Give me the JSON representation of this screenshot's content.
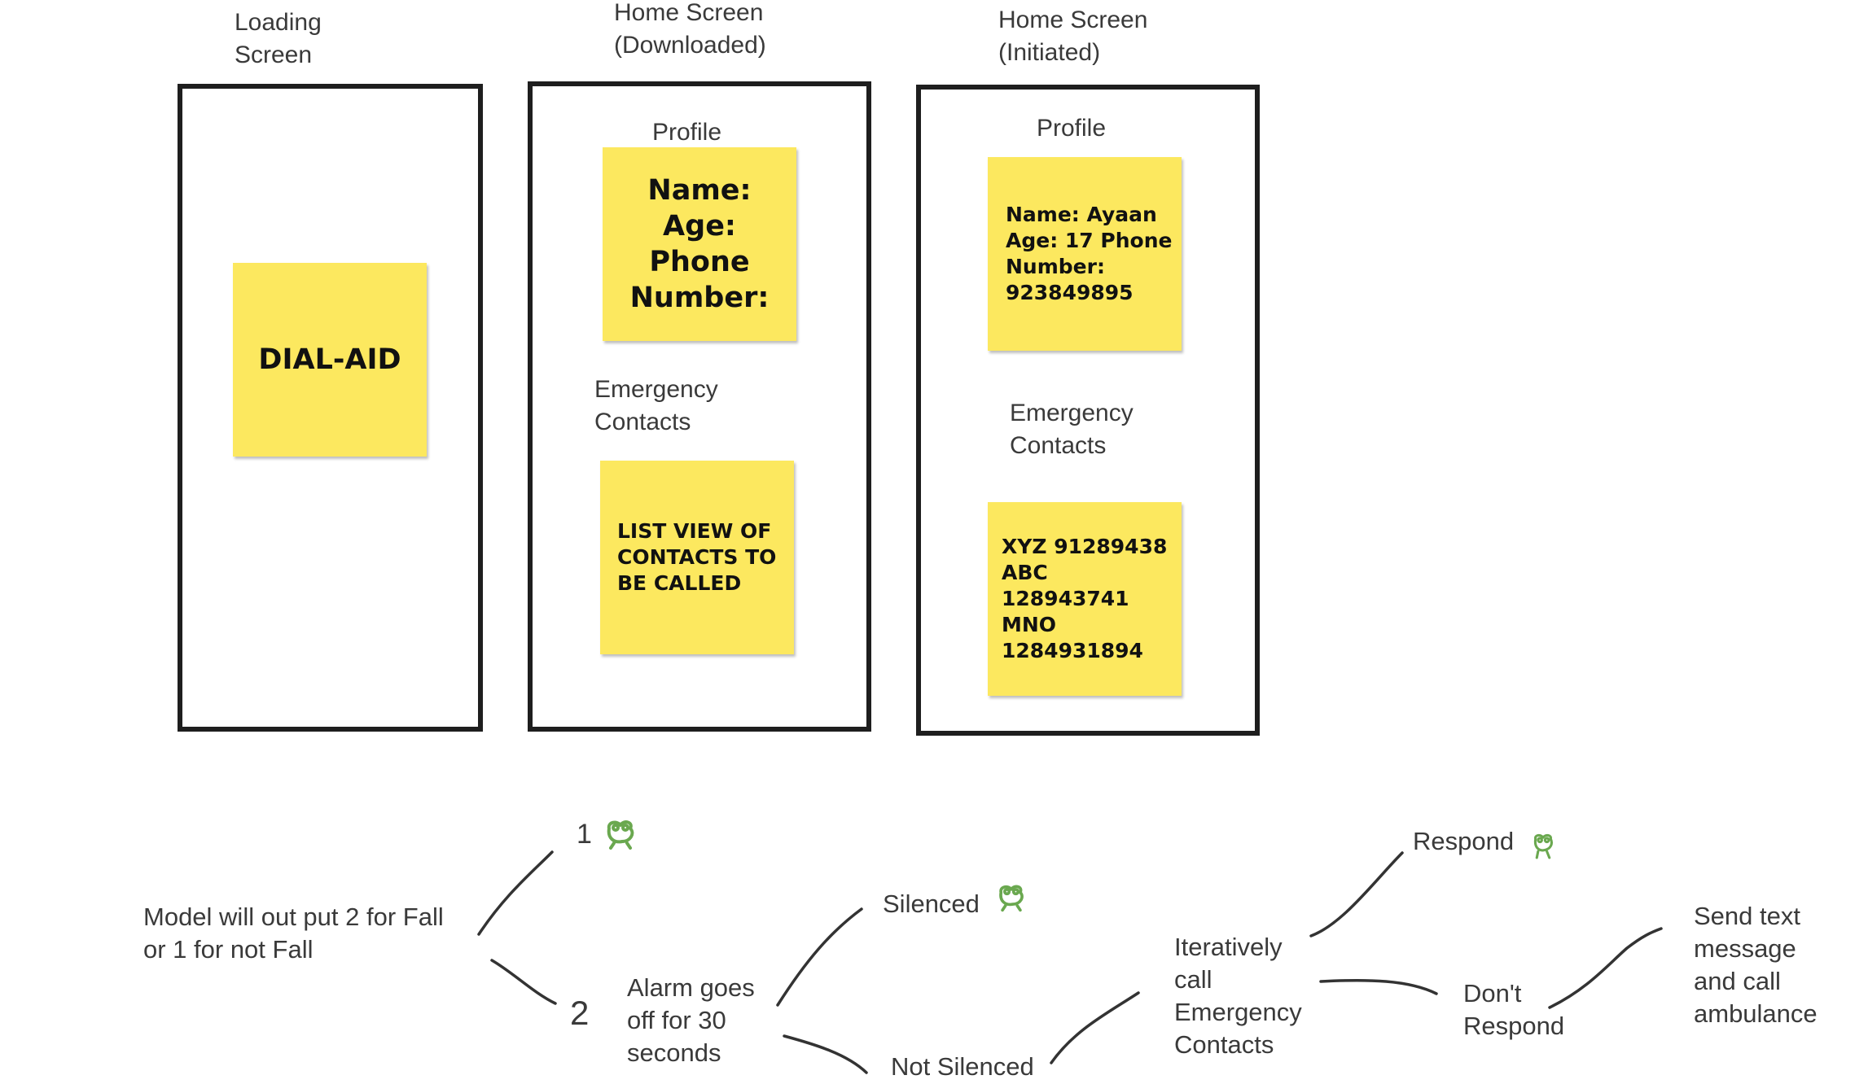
{
  "screens": [
    {
      "title": "Loading\nScreen",
      "notes": [
        {
          "text": "DIAL-AID"
        }
      ]
    },
    {
      "title": "Home Screen\n(Downloaded)",
      "profile_label": "Profile",
      "contacts_label": "Emergency\nContacts",
      "notes": [
        {
          "text": "Name:\nAge:\nPhone\nNumber:"
        },
        {
          "text": "LIST VIEW OF\nCONTACTS TO\nBE CALLED"
        }
      ]
    },
    {
      "title": "Home Screen\n(Initiated)",
      "profile_label": "Profile",
      "contacts_label": "Emergency\nContacts",
      "notes": [
        {
          "text": "Name: Ayaan\nAge: 17 Phone\nNumber:\n923849895"
        },
        {
          "text": "XYZ 91289438\nABC 128943741\nMNO\n1284931894"
        }
      ]
    }
  ],
  "flow": {
    "model": "Model will out put 2 for Fall\nor 1 for not Fall",
    "out_1": "1",
    "out_2": "2",
    "alarm": "Alarm goes\noff for 30\nseconds",
    "silenced": "Silenced",
    "not_silenced": "Not Silenced",
    "iterate": "Iteratively\ncall\nEmergency\nContacts",
    "respond": "Respond",
    "dont_respond": "Don't\nRespond",
    "send": "Send text\nmessage\nand call\nambulance"
  },
  "icons": [
    "frog-icon",
    "frog-icon",
    "frog-icon"
  ],
  "colors": {
    "sticky": "#fce85f",
    "frame": "#1e1e1e",
    "doodle": "#6aa84f"
  }
}
